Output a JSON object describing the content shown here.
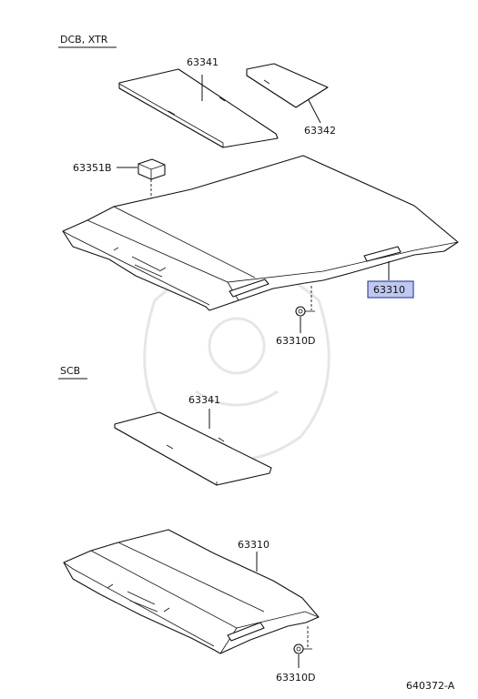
{
  "sections": [
    {
      "id": "dcb",
      "title": "DCB, XTR"
    },
    {
      "id": "scb",
      "title": "SCB"
    }
  ],
  "parts": {
    "dcb_sunvisor_large": "63341",
    "dcb_sunvisor_small": "63342",
    "dcb_clip": "63351B",
    "dcb_headliner": "63310",
    "dcb_hold": "63310D",
    "scb_sunvisor": "63341",
    "scb_headliner": "63310",
    "scb_hold": "63310D"
  },
  "highlight": {
    "part": "dcb_headliner",
    "color": "#bfc8ee"
  },
  "diagram_code": "640372-A"
}
